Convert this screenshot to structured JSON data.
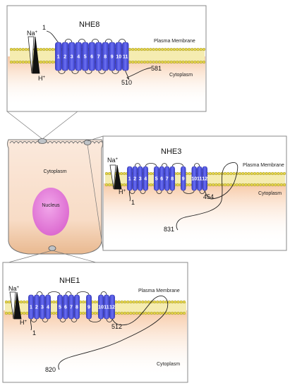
{
  "panels": {
    "nhe8": {
      "title": "NHE8",
      "membrane_label": "Plasma Membrane",
      "cytoplasm_label": "Cytoplasm",
      "ion_na": "Na",
      "ion_h": "H",
      "ion_sup": "+",
      "n_term": "1",
      "mid_label": "510",
      "c_term": "581",
      "segments": [
        "1",
        "2",
        "3",
        "4",
        "5",
        "6",
        "7",
        "8",
        "9",
        "10",
        "11"
      ]
    },
    "nhe3": {
      "title": "NHE3",
      "membrane_label": "Plasma Membrane",
      "cytoplasm_label": "Cytoplasm",
      "ion_na": "Na",
      "ion_h": "H",
      "ion_sup": "+",
      "n_term": "1",
      "mid_label": "454",
      "c_term": "831",
      "segments": [
        "1",
        "2",
        "3",
        "4",
        "5",
        "6",
        "7",
        "8",
        "9",
        "10",
        "11",
        "12"
      ]
    },
    "nhe1": {
      "title": "NHE1",
      "membrane_label": "Plasma Membrane",
      "cytoplasm_label": "Cytoplasm",
      "ion_na": "Na",
      "ion_h": "H",
      "ion_sup": "+",
      "n_term": "1",
      "mid_label": "512",
      "c_term": "820",
      "segments": [
        "1",
        "2",
        "3",
        "4",
        "5",
        "6",
        "7",
        "8",
        "9",
        "10",
        "11",
        "12"
      ]
    }
  },
  "cell": {
    "cytoplasm_label": "Cytoplasm",
    "nucleus_label": "Nucleus"
  },
  "colors": {
    "helix": "#5055e0",
    "helix_dark": "#2d31a8",
    "membrane": "#e8d94a",
    "cytoplasm": "#f6c9a4",
    "nucleus": "#e27ad6",
    "panel_border": "#8a8a8a"
  }
}
